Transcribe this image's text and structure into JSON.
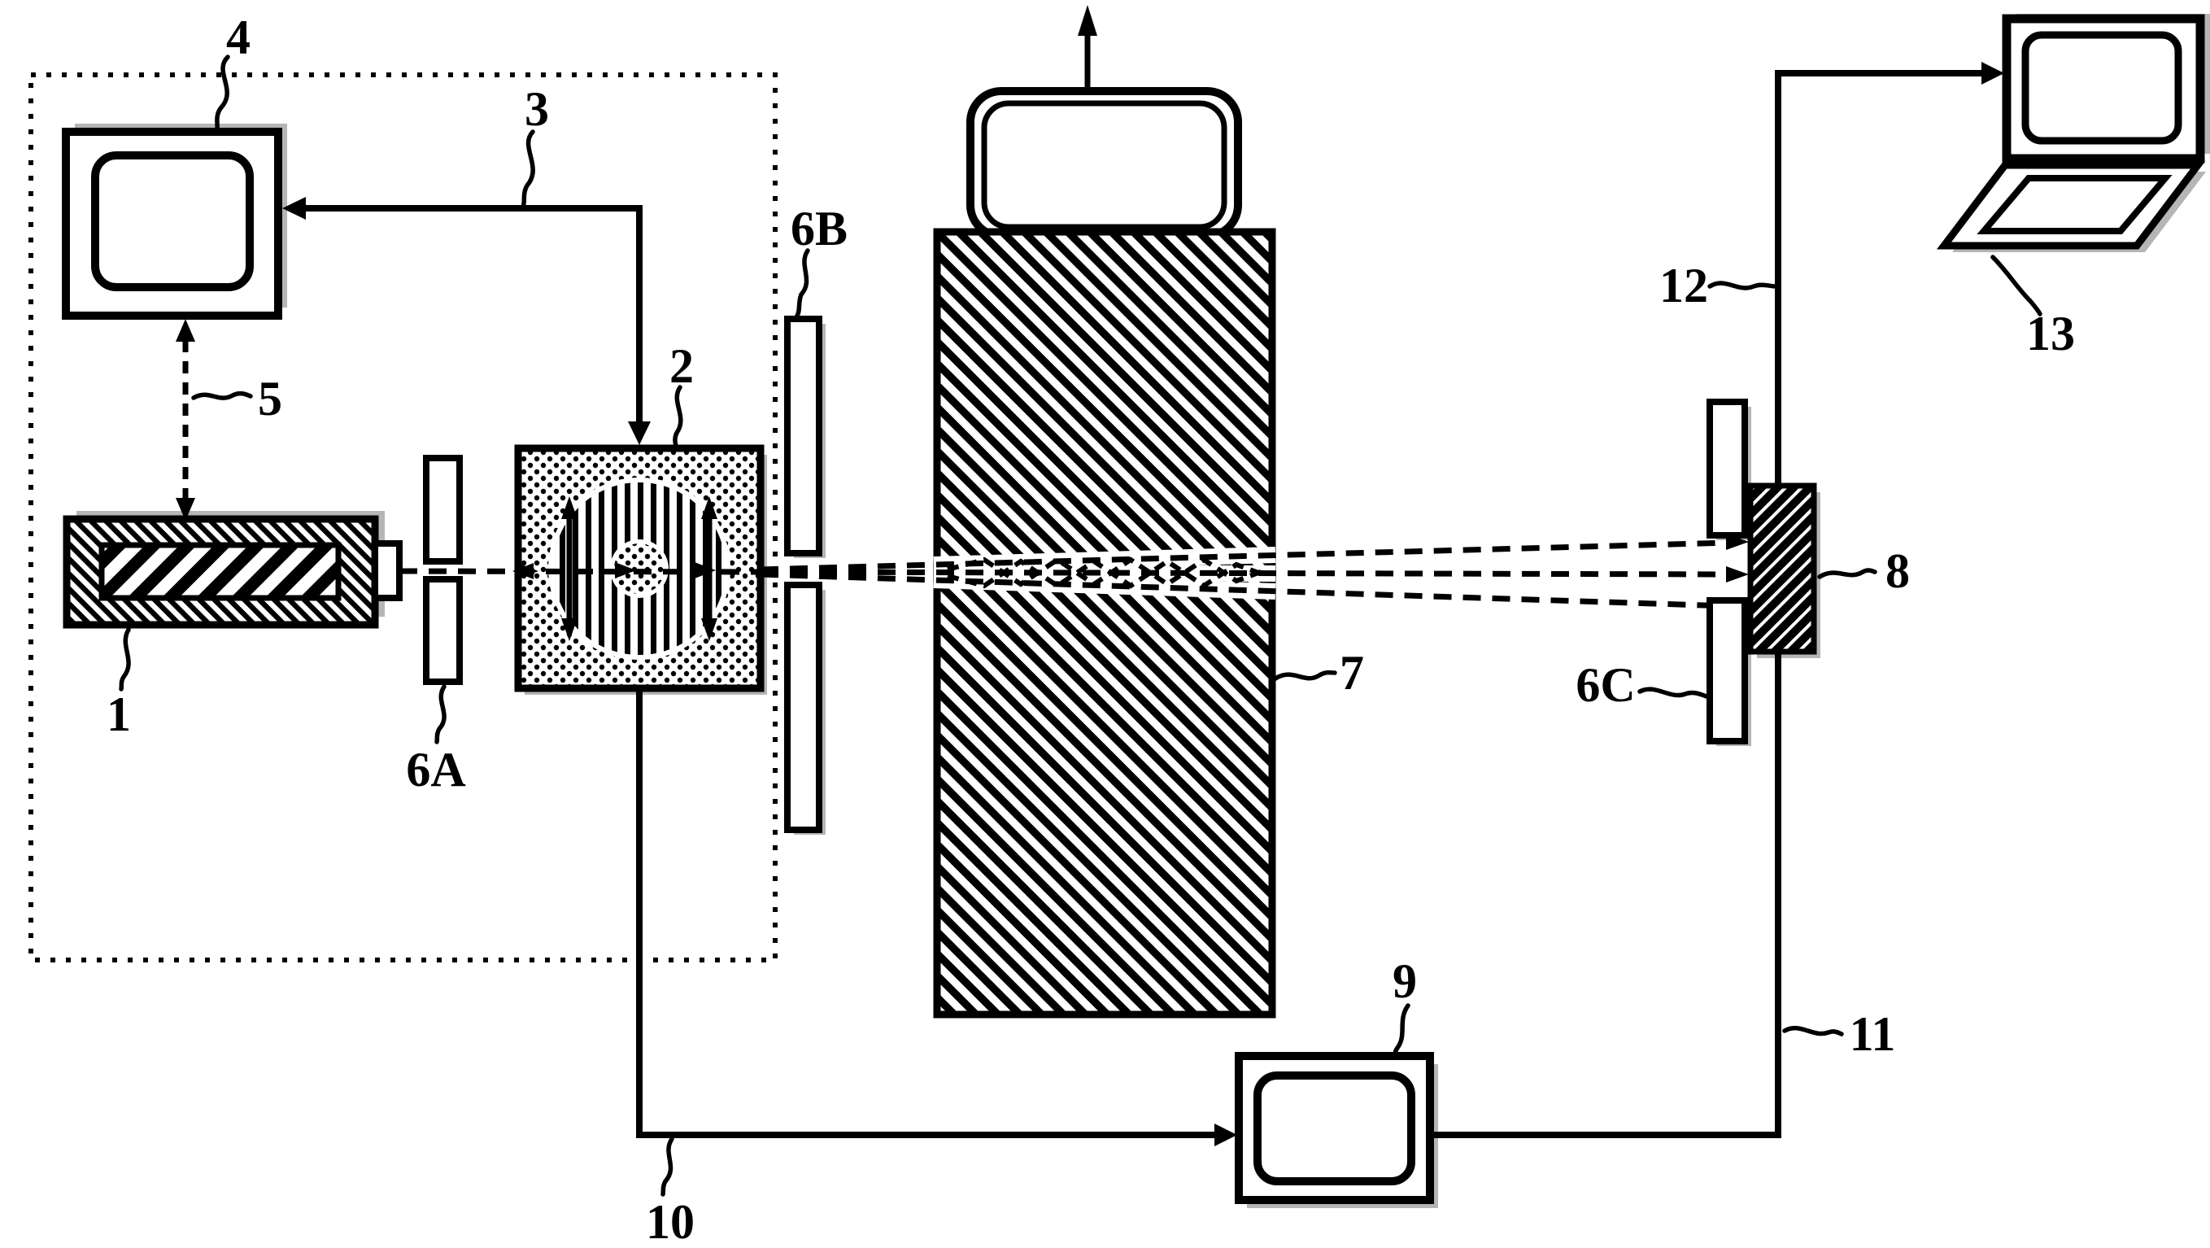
{
  "figure": {
    "colors": {
      "ink": "#000000",
      "paper": "#ffffff",
      "shadow": "#b5b5b5"
    },
    "labels": {
      "n1": "1",
      "n2": "2",
      "n3": "3",
      "n4": "4",
      "n5": "5",
      "n6a": "6A",
      "n6b": "6B",
      "n6c": "6C",
      "n7": "7",
      "n8": "8",
      "n9": "9",
      "n10": "10",
      "n11": "11",
      "n12": "12",
      "n13": "13"
    }
  }
}
